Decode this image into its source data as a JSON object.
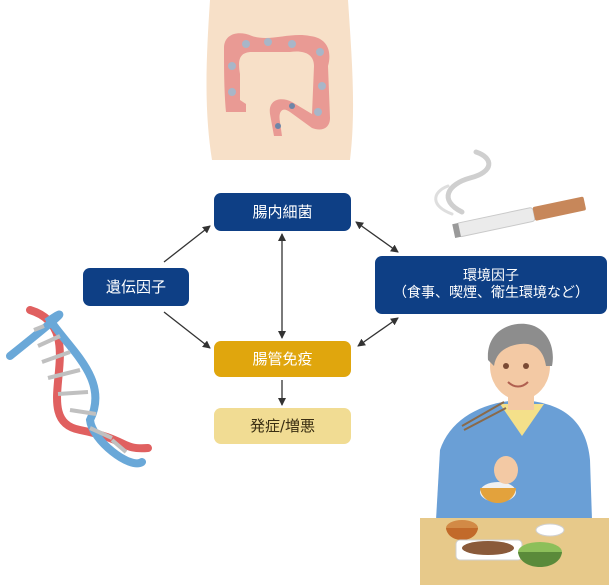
{
  "nodes": {
    "gut_bacteria": "腸内細菌",
    "genetic_factors": "遺伝因子",
    "environmental_factors": {
      "title": "環境因子",
      "detail": "（食事、喫煙、衛生環境など）"
    },
    "intestinal_immunity": "腸管免疫",
    "onset_worsening": "発症/増悪"
  },
  "colors": {
    "node_primary": "#0e3f85",
    "node_immunity": "#e0a60d",
    "node_onset": "#f1dc93",
    "arrow": "#333333"
  },
  "illustrations": [
    "intestine-illustration",
    "cigarette-illustration",
    "dna-illustration",
    "man-eating-illustration"
  ]
}
